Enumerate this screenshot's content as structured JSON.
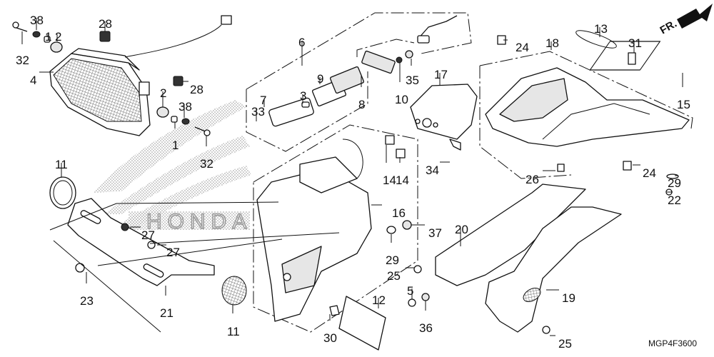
{
  "diagram": {
    "title": "Honda parts exploded view - taillight / license light / rear fender",
    "drawing_code": "MGP4F3600",
    "front_indicator": "FR.",
    "background_logo": "HONDA",
    "callouts": [
      {
        "id": "c38a",
        "label": "38",
        "part": "washer"
      },
      {
        "id": "c1a",
        "label": "1",
        "part": "collar"
      },
      {
        "id": "c2a",
        "label": "2",
        "part": "rubber grommet"
      },
      {
        "id": "c32a",
        "label": "32",
        "part": "bolt"
      },
      {
        "id": "c28a",
        "label": "28",
        "part": "clip nut"
      },
      {
        "id": "c4",
        "label": "4",
        "part": "taillight assembly"
      },
      {
        "id": "c2b",
        "label": "2",
        "part": "rubber grommet"
      },
      {
        "id": "c28b",
        "label": "28",
        "part": "clip nut"
      },
      {
        "id": "c38b",
        "label": "38",
        "part": "washer"
      },
      {
        "id": "c1b",
        "label": "1",
        "part": "collar"
      },
      {
        "id": "c32b",
        "label": "32",
        "part": "bolt"
      },
      {
        "id": "c6",
        "label": "6",
        "part": "license light assembly"
      },
      {
        "id": "c9",
        "label": "9",
        "part": "gasket"
      },
      {
        "id": "c7",
        "label": "7",
        "part": "license light lens"
      },
      {
        "id": "c3",
        "label": "3",
        "part": "bulb"
      },
      {
        "id": "c33",
        "label": "33",
        "part": "screw"
      },
      {
        "id": "c8",
        "label": "8",
        "part": "gasket"
      },
      {
        "id": "c10",
        "label": "10",
        "part": "grommet"
      },
      {
        "id": "c35",
        "label": "35",
        "part": "nut"
      },
      {
        "id": "c17",
        "label": "17",
        "part": "license light cover"
      },
      {
        "id": "c34",
        "label": "34",
        "part": "screw"
      },
      {
        "id": "c14a",
        "label": "14",
        "part": "clip"
      },
      {
        "id": "c14b",
        "label": "14",
        "part": "clip"
      },
      {
        "id": "c13",
        "label": "13",
        "part": "band"
      },
      {
        "id": "c18",
        "label": "18",
        "part": "rear fender"
      },
      {
        "id": "c24a",
        "label": "24",
        "part": "grommet"
      },
      {
        "id": "c31",
        "label": "31",
        "part": "bolt"
      },
      {
        "id": "c15",
        "label": "15",
        "part": "tape"
      },
      {
        "id": "c26",
        "label": "26",
        "part": "nut"
      },
      {
        "id": "c24b",
        "label": "24",
        "part": "grommet"
      },
      {
        "id": "c29a",
        "label": "29",
        "part": "washer"
      },
      {
        "id": "c22",
        "label": "22",
        "part": "bolt"
      },
      {
        "id": "c11a",
        "label": "11",
        "part": "reflector"
      },
      {
        "id": "c27a",
        "label": "27",
        "part": "nut"
      },
      {
        "id": "c27b",
        "label": "27",
        "part": "nut"
      },
      {
        "id": "c23",
        "label": "23",
        "part": "bolt"
      },
      {
        "id": "c21",
        "label": "21",
        "part": "reflector stay"
      },
      {
        "id": "c11b",
        "label": "11",
        "part": "reflector"
      },
      {
        "id": "c16",
        "label": "16",
        "part": "license plate bracket"
      },
      {
        "id": "c29b",
        "label": "29",
        "part": "washer"
      },
      {
        "id": "c37",
        "label": "37",
        "part": "nut"
      },
      {
        "id": "c25a",
        "label": "25",
        "part": "screw"
      },
      {
        "id": "c20",
        "label": "20",
        "part": "inner cover"
      },
      {
        "id": "c12",
        "label": "12",
        "part": "reflector"
      },
      {
        "id": "c5",
        "label": "5",
        "part": "nut"
      },
      {
        "id": "c36",
        "label": "36",
        "part": "nut"
      },
      {
        "id": "c30",
        "label": "30",
        "part": "bulb"
      },
      {
        "id": "c19",
        "label": "19",
        "part": "inner cover"
      },
      {
        "id": "c25b",
        "label": "25",
        "part": "screw"
      }
    ]
  }
}
